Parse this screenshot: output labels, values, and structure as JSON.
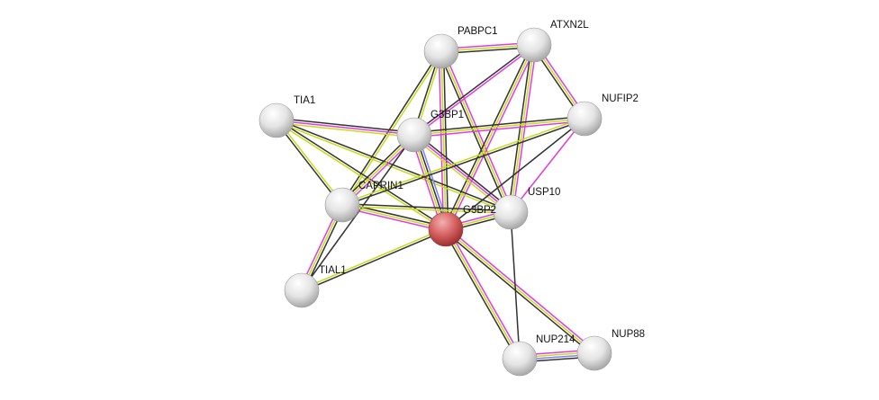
{
  "network": {
    "nodes": [
      {
        "id": "PABPC1",
        "label": "PABPC1",
        "query": false
      },
      {
        "id": "ATXN2L",
        "label": "ATXN2L",
        "query": false
      },
      {
        "id": "TIA1",
        "label": "TIA1",
        "query": false
      },
      {
        "id": "G3BP1",
        "label": "G3BP1",
        "query": false
      },
      {
        "id": "NUFIP2",
        "label": "NUFIP2",
        "query": false
      },
      {
        "id": "CAPRIN1",
        "label": "CAPRIN1",
        "query": false
      },
      {
        "id": "USP10",
        "label": "USP10",
        "query": false
      },
      {
        "id": "G3BP2",
        "label": "G3BP2",
        "query": true
      },
      {
        "id": "TIAL1",
        "label": "TIAL1",
        "query": false
      },
      {
        "id": "NUP214",
        "label": "NUP214",
        "query": false
      },
      {
        "id": "NUP88",
        "label": "NUP88",
        "query": false
      }
    ],
    "edge_colors": {
      "text": "#c6dc18",
      "exp": "#e33ae3",
      "coexp": "#333333",
      "db": "#8080ff"
    },
    "edges": [
      {
        "s": "PABPC1",
        "t": "ATXN2L",
        "ev": [
          "exp",
          "text",
          "coexp"
        ]
      },
      {
        "s": "PABPC1",
        "t": "G3BP1",
        "ev": [
          "text",
          "coexp"
        ]
      },
      {
        "s": "PABPC1",
        "t": "CAPRIN1",
        "ev": [
          "text",
          "coexp"
        ]
      },
      {
        "s": "PABPC1",
        "t": "G3BP2",
        "ev": [
          "coexp",
          "text",
          "exp"
        ]
      },
      {
        "s": "PABPC1",
        "t": "USP10",
        "ev": [
          "exp",
          "text",
          "coexp"
        ]
      },
      {
        "s": "ATXN2L",
        "t": "G3BP1",
        "ev": [
          "exp",
          "coexp"
        ]
      },
      {
        "s": "ATXN2L",
        "t": "NUFIP2",
        "ev": [
          "exp",
          "text",
          "coexp"
        ]
      },
      {
        "s": "ATXN2L",
        "t": "G3BP2",
        "ev": [
          "exp",
          "text",
          "coexp"
        ]
      },
      {
        "s": "ATXN2L",
        "t": "USP10",
        "ev": [
          "exp",
          "text",
          "coexp"
        ]
      },
      {
        "s": "TIA1",
        "t": "G3BP1",
        "ev": [
          "coexp",
          "exp",
          "text"
        ]
      },
      {
        "s": "TIA1",
        "t": "CAPRIN1",
        "ev": [
          "text",
          "coexp"
        ]
      },
      {
        "s": "TIA1",
        "t": "G3BP2",
        "ev": [
          "coexp",
          "text"
        ]
      },
      {
        "s": "TIA1",
        "t": "USP10",
        "ev": [
          "coexp",
          "text"
        ]
      },
      {
        "s": "G3BP1",
        "t": "NUFIP2",
        "ev": [
          "coexp",
          "text",
          "exp"
        ]
      },
      {
        "s": "G3BP1",
        "t": "CAPRIN1",
        "ev": [
          "exp",
          "text",
          "coexp"
        ]
      },
      {
        "s": "G3BP1",
        "t": "G3BP2",
        "ev": [
          "db",
          "coexp",
          "text",
          "exp"
        ]
      },
      {
        "s": "G3BP1",
        "t": "USP10",
        "ev": [
          "coexp",
          "exp",
          "text"
        ]
      },
      {
        "s": "G3BP1",
        "t": "TIAL1",
        "ev": [
          "coexp"
        ]
      },
      {
        "s": "NUFIP2",
        "t": "CAPRIN1",
        "ev": [
          "coexp",
          "text"
        ]
      },
      {
        "s": "NUFIP2",
        "t": "G3BP2",
        "ev": [
          "coexp"
        ]
      },
      {
        "s": "NUFIP2",
        "t": "USP10",
        "ev": [
          "exp"
        ]
      },
      {
        "s": "CAPRIN1",
        "t": "G3BP2",
        "ev": [
          "coexp",
          "text",
          "exp"
        ]
      },
      {
        "s": "CAPRIN1",
        "t": "USP10",
        "ev": [
          "coexp",
          "text"
        ]
      },
      {
        "s": "CAPRIN1",
        "t": "TIAL1",
        "ev": [
          "coexp",
          "text",
          "exp"
        ]
      },
      {
        "s": "G3BP2",
        "t": "USP10",
        "ev": [
          "exp",
          "text",
          "coexp"
        ]
      },
      {
        "s": "G3BP2",
        "t": "TIAL1",
        "ev": [
          "coexp",
          "text"
        ]
      },
      {
        "s": "G3BP2",
        "t": "NUP214",
        "ev": [
          "exp",
          "text",
          "coexp"
        ]
      },
      {
        "s": "G3BP2",
        "t": "NUP88",
        "ev": [
          "exp",
          "text",
          "coexp"
        ]
      },
      {
        "s": "USP10",
        "t": "NUP214",
        "ev": [
          "coexp"
        ]
      },
      {
        "s": "NUP214",
        "t": "NUP88",
        "ev": [
          "exp",
          "text",
          "db",
          "coexp"
        ]
      }
    ]
  }
}
